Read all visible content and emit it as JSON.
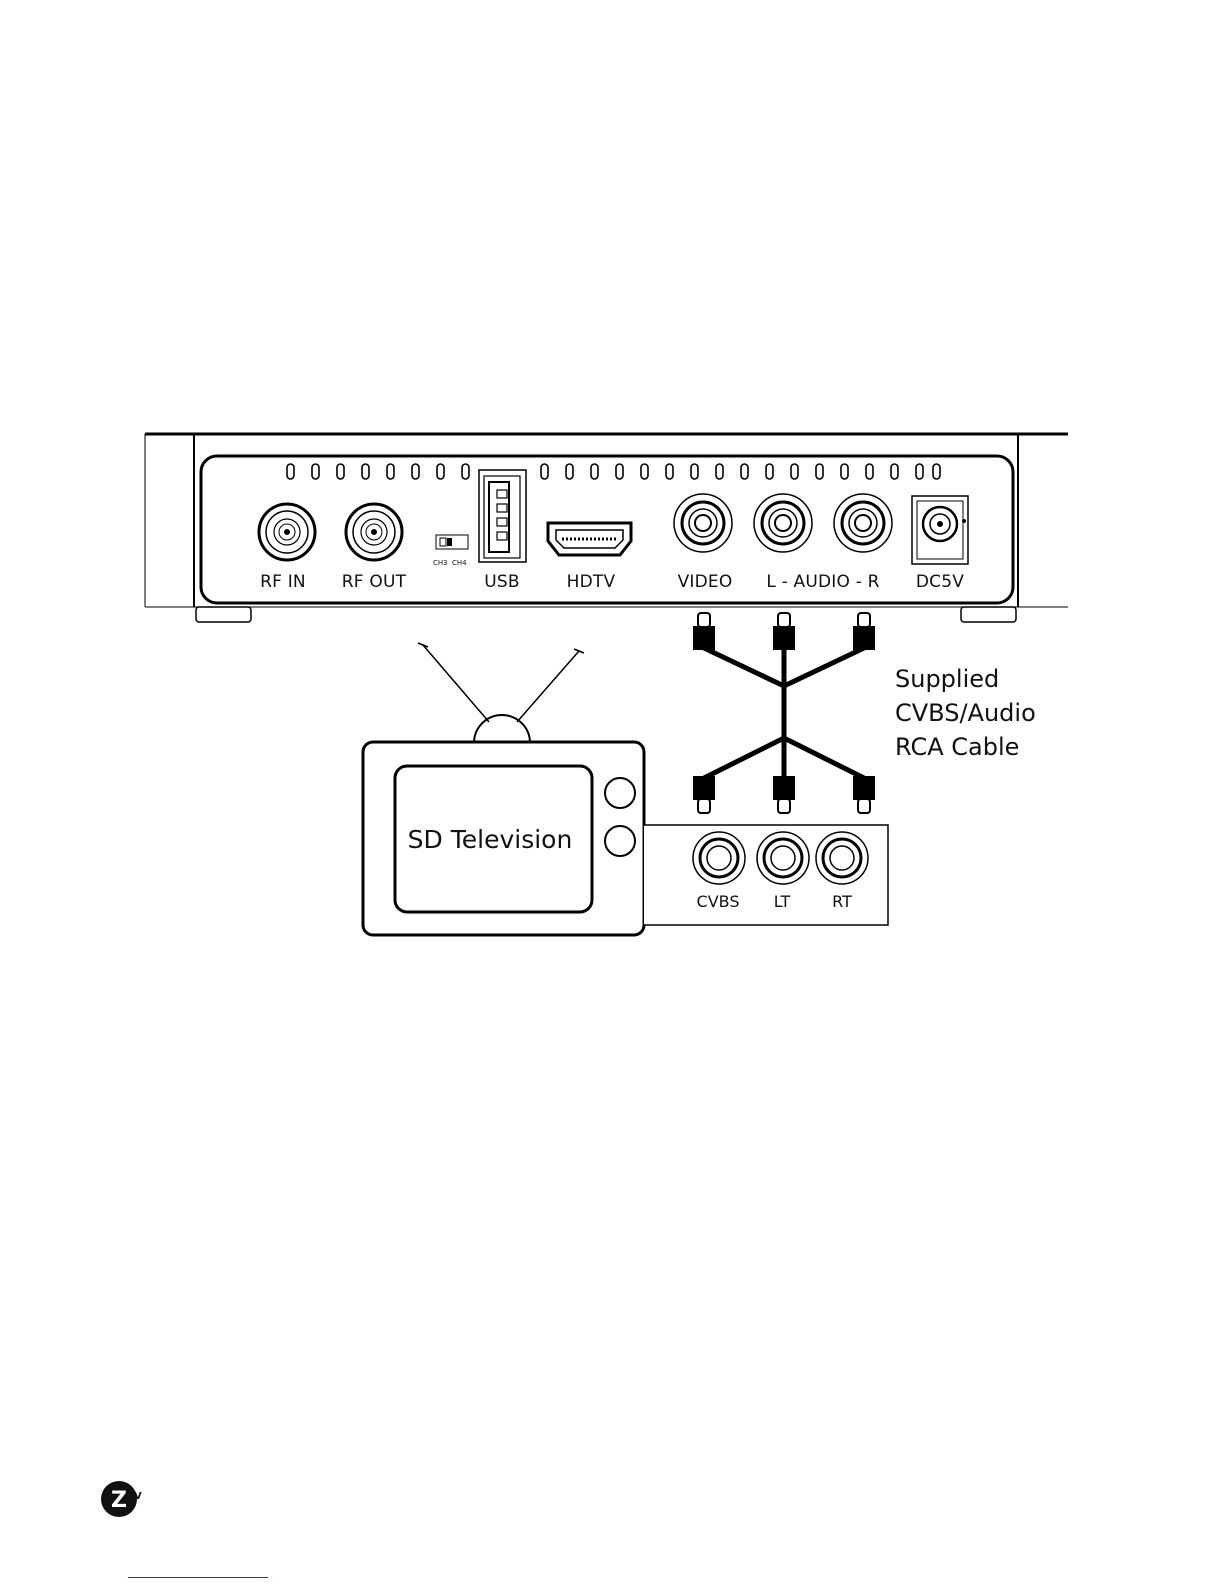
{
  "device": {
    "ports": [
      {
        "label": "RF IN"
      },
      {
        "label": "RF OUT"
      },
      {
        "label": "USB"
      },
      {
        "label": "HDTV"
      },
      {
        "label": "VIDEO"
      },
      {
        "label": "L - AUDIO - R"
      },
      {
        "label": "DC5V"
      }
    ],
    "channel_switch": {
      "left_label": "CH3",
      "right_label": "CH4"
    }
  },
  "cable": {
    "label_lines": [
      "Supplied",
      "CVBS/Audio",
      "RCA Cable"
    ]
  },
  "television": {
    "label": "SD Television",
    "jacks": [
      {
        "label": "CVBS"
      },
      {
        "label": "LT"
      },
      {
        "label": "RT"
      }
    ]
  },
  "footer": {
    "logo_text": "Z",
    "logo_superscript": "V"
  }
}
